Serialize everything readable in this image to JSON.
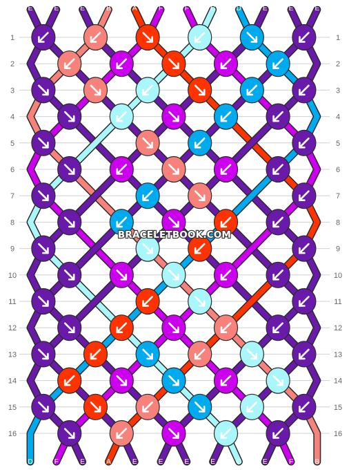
{
  "watermark": "BRACELETBOOK.COM",
  "colors": {
    "E": "#6a1aa8",
    "B": "#f7827c",
    "A": "#ff3300",
    "F": "#cc00ee",
    "C": "#a9f7fa",
    "D": "#00aaee"
  },
  "strands": [
    "E",
    "E",
    "E",
    "B",
    "A",
    "F",
    "F",
    "C",
    "D",
    "E",
    "E",
    "E"
  ],
  "row_labels": [
    "1",
    "2",
    "3",
    "4",
    "5",
    "6",
    "7",
    "8",
    "9",
    "10",
    "11",
    "12",
    "13",
    "14",
    "15",
    "16"
  ],
  "knots": [
    {
      "row": 1,
      "col": 1,
      "color": "E",
      "dir": "bl"
    },
    {
      "row": 1,
      "col": 3,
      "color": "B",
      "dir": "bl"
    },
    {
      "row": 1,
      "col": 5,
      "color": "A",
      "dir": "br"
    },
    {
      "row": 1,
      "col": 7,
      "color": "C",
      "dir": "bl"
    },
    {
      "row": 1,
      "col": 9,
      "color": "D",
      "dir": "br"
    },
    {
      "row": 1,
      "col": 11,
      "color": "E",
      "dir": "bl"
    },
    {
      "row": 2,
      "col": 2,
      "color": "B",
      "dir": "bl"
    },
    {
      "row": 2,
      "col": 4,
      "color": "F",
      "dir": "bl"
    },
    {
      "row": 2,
      "col": 6,
      "color": "A",
      "dir": "br"
    },
    {
      "row": 2,
      "col": 8,
      "color": "F",
      "dir": "bl"
    },
    {
      "row": 2,
      "col": 10,
      "color": "D",
      "dir": "bl"
    },
    {
      "row": 3,
      "col": 1,
      "color": "E",
      "dir": "br"
    },
    {
      "row": 3,
      "col": 3,
      "color": "B",
      "dir": "br"
    },
    {
      "row": 3,
      "col": 5,
      "color": "C",
      "dir": "bl"
    },
    {
      "row": 3,
      "col": 7,
      "color": "A",
      "dir": "br"
    },
    {
      "row": 3,
      "col": 9,
      "color": "D",
      "dir": "bl"
    },
    {
      "row": 3,
      "col": 11,
      "color": "E",
      "dir": "bl"
    },
    {
      "row": 4,
      "col": 2,
      "color": "E",
      "dir": "br"
    },
    {
      "row": 4,
      "col": 4,
      "color": "C",
      "dir": "bl"
    },
    {
      "row": 4,
      "col": 6,
      "color": "F",
      "dir": "br"
    },
    {
      "row": 4,
      "col": 8,
      "color": "D",
      "dir": "bl"
    },
    {
      "row": 4,
      "col": 10,
      "color": "E",
      "dir": "bl"
    },
    {
      "row": 5,
      "col": 1,
      "color": "E",
      "dir": "br"
    },
    {
      "row": 5,
      "col": 5,
      "color": "B",
      "dir": "br"
    },
    {
      "row": 5,
      "col": 7,
      "color": "D",
      "dir": "bl"
    },
    {
      "row": 5,
      "col": 11,
      "color": "E",
      "dir": "bl"
    },
    {
      "row": 6,
      "col": 2,
      "color": "E",
      "dir": "br"
    },
    {
      "row": 6,
      "col": 4,
      "color": "F",
      "dir": "bl"
    },
    {
      "row": 6,
      "col": 6,
      "color": "B",
      "dir": "br"
    },
    {
      "row": 6,
      "col": 8,
      "color": "F",
      "dir": "bl"
    },
    {
      "row": 6,
      "col": 10,
      "color": "E",
      "dir": "bl"
    },
    {
      "row": 7,
      "col": 1,
      "color": "E",
      "dir": "br"
    },
    {
      "row": 7,
      "col": 5,
      "color": "D",
      "dir": "bl"
    },
    {
      "row": 7,
      "col": 7,
      "color": "B",
      "dir": "br"
    },
    {
      "row": 7,
      "col": 11,
      "color": "E",
      "dir": "bl"
    },
    {
      "row": 8,
      "col": 2,
      "color": "E",
      "dir": "br"
    },
    {
      "row": 8,
      "col": 4,
      "color": "D",
      "dir": "bl"
    },
    {
      "row": 8,
      "col": 6,
      "color": "F",
      "dir": "br"
    },
    {
      "row": 8,
      "col": 8,
      "color": "A",
      "dir": "bl"
    },
    {
      "row": 8,
      "col": 10,
      "color": "E",
      "dir": "bl"
    },
    {
      "row": 9,
      "col": 1,
      "color": "E",
      "dir": "br"
    },
    {
      "row": 9,
      "col": 5,
      "color": "C",
      "dir": "br"
    },
    {
      "row": 9,
      "col": 7,
      "color": "A",
      "dir": "bl"
    },
    {
      "row": 9,
      "col": 11,
      "color": "E",
      "dir": "bl"
    },
    {
      "row": 10,
      "col": 2,
      "color": "E",
      "dir": "br"
    },
    {
      "row": 10,
      "col": 4,
      "color": "F",
      "dir": "br"
    },
    {
      "row": 10,
      "col": 6,
      "color": "C",
      "dir": "br"
    },
    {
      "row": 10,
      "col": 8,
      "color": "F",
      "dir": "bl"
    },
    {
      "row": 10,
      "col": 10,
      "color": "E",
      "dir": "bl"
    },
    {
      "row": 11,
      "col": 1,
      "color": "E",
      "dir": "br"
    },
    {
      "row": 11,
      "col": 5,
      "color": "A",
      "dir": "bl"
    },
    {
      "row": 11,
      "col": 7,
      "color": "C",
      "dir": "br"
    },
    {
      "row": 11,
      "col": 11,
      "color": "E",
      "dir": "bl"
    },
    {
      "row": 12,
      "col": 2,
      "color": "E",
      "dir": "br"
    },
    {
      "row": 12,
      "col": 4,
      "color": "A",
      "dir": "bl"
    },
    {
      "row": 12,
      "col": 6,
      "color": "F",
      "dir": "br"
    },
    {
      "row": 12,
      "col": 8,
      "color": "B",
      "dir": "bl"
    },
    {
      "row": 12,
      "col": 10,
      "color": "E",
      "dir": "bl"
    },
    {
      "row": 13,
      "col": 1,
      "color": "E",
      "dir": "br"
    },
    {
      "row": 13,
      "col": 3,
      "color": "A",
      "dir": "bl"
    },
    {
      "row": 13,
      "col": 5,
      "color": "D",
      "dir": "br"
    },
    {
      "row": 13,
      "col": 7,
      "color": "B",
      "dir": "bl"
    },
    {
      "row": 13,
      "col": 9,
      "color": "C",
      "dir": "br"
    },
    {
      "row": 13,
      "col": 11,
      "color": "E",
      "dir": "bl"
    },
    {
      "row": 14,
      "col": 2,
      "color": "A",
      "dir": "bl"
    },
    {
      "row": 14,
      "col": 4,
      "color": "F",
      "dir": "br"
    },
    {
      "row": 14,
      "col": 6,
      "color": "D",
      "dir": "br"
    },
    {
      "row": 14,
      "col": 8,
      "color": "F",
      "dir": "bl"
    },
    {
      "row": 14,
      "col": 10,
      "color": "C",
      "dir": "br"
    },
    {
      "row": 15,
      "col": 1,
      "color": "E",
      "dir": "br"
    },
    {
      "row": 15,
      "col": 3,
      "color": "A",
      "dir": "br"
    },
    {
      "row": 15,
      "col": 5,
      "color": "B",
      "dir": "bl"
    },
    {
      "row": 15,
      "col": 7,
      "color": "D",
      "dir": "br"
    },
    {
      "row": 15,
      "col": 9,
      "color": "C",
      "dir": "bl"
    },
    {
      "row": 15,
      "col": 11,
      "color": "E",
      "dir": "bl"
    },
    {
      "row": 16,
      "col": 2,
      "color": "E",
      "dir": "br"
    },
    {
      "row": 16,
      "col": 4,
      "color": "B",
      "dir": "bl"
    },
    {
      "row": 16,
      "col": 6,
      "color": "F",
      "dir": "br"
    },
    {
      "row": 16,
      "col": 8,
      "color": "C",
      "dir": "bl"
    },
    {
      "row": 16,
      "col": 10,
      "color": "E",
      "dir": "bl"
    }
  ]
}
